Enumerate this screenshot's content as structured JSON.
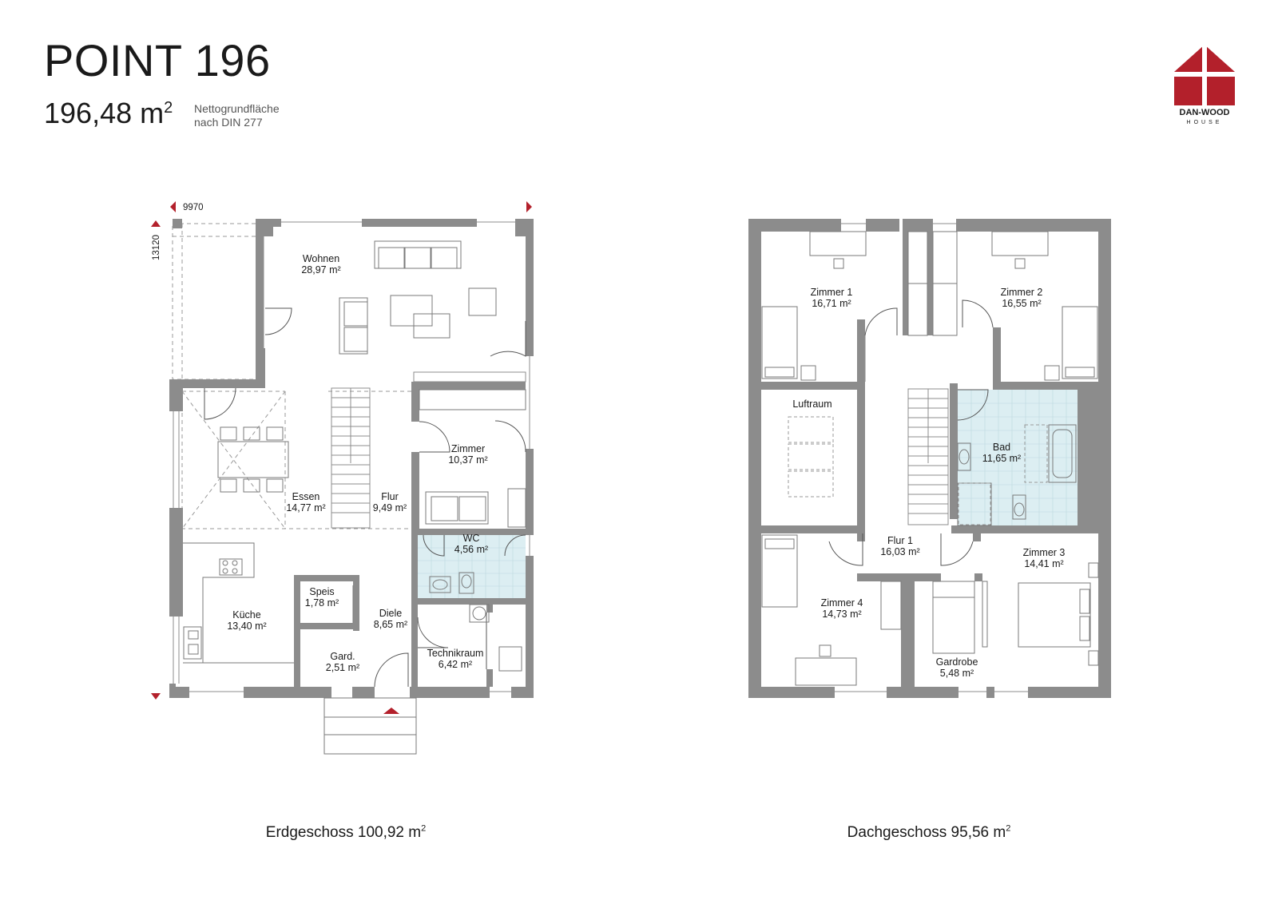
{
  "header": {
    "title": "POINT 196",
    "area_value": "196,48 m",
    "area_sup": "2",
    "note_line1": "Nettogrundfläche",
    "note_line2": "nach DIN 277"
  },
  "logo": {
    "line1": "DAN-WOOD",
    "line2": "HOUSE",
    "color": "#b3202b"
  },
  "dimensions": {
    "width": "9970",
    "depth": "13120"
  },
  "ground_floor": {
    "caption": "Erdgeschoss 100,92 m",
    "caption_sup": "2",
    "rooms": [
      {
        "name": "Wohnen",
        "area": "28,97 m²"
      },
      {
        "name": "Zimmer",
        "area": "10,37 m²"
      },
      {
        "name": "Essen",
        "area": "14,77 m²"
      },
      {
        "name": "Flur",
        "area": "9,49 m²"
      },
      {
        "name": "WC",
        "area": "4,56 m²"
      },
      {
        "name": "Speis",
        "area": "1,78 m²"
      },
      {
        "name": "Küche",
        "area": "13,40 m²"
      },
      {
        "name": "Diele",
        "area": "8,65 m²"
      },
      {
        "name": "Gard.",
        "area": "2,51 m²"
      },
      {
        "name": "Technikraum",
        "area": "6,42 m²"
      }
    ]
  },
  "upper_floor": {
    "caption": "Dachgeschoss 95,56 m",
    "caption_sup": "2",
    "rooms": [
      {
        "name": "Zimmer 1",
        "area": "16,71 m²"
      },
      {
        "name": "Zimmer 2",
        "area": "16,55 m²"
      },
      {
        "name": "Luftraum",
        "area": ""
      },
      {
        "name": "Bad",
        "area": "11,65 m²"
      },
      {
        "name": "Flur 1",
        "area": "16,03 m²"
      },
      {
        "name": "Zimmer 3",
        "area": "14,41 m²"
      },
      {
        "name": "Zimmer 4",
        "area": "14,73 m²"
      },
      {
        "name": "Gardrobe",
        "area": "5,48 m²"
      }
    ]
  },
  "colors": {
    "wall": "#8c8c8c",
    "accent": "#b3202b",
    "tile": "#dceef2",
    "furniture": "#7a7a7a"
  }
}
